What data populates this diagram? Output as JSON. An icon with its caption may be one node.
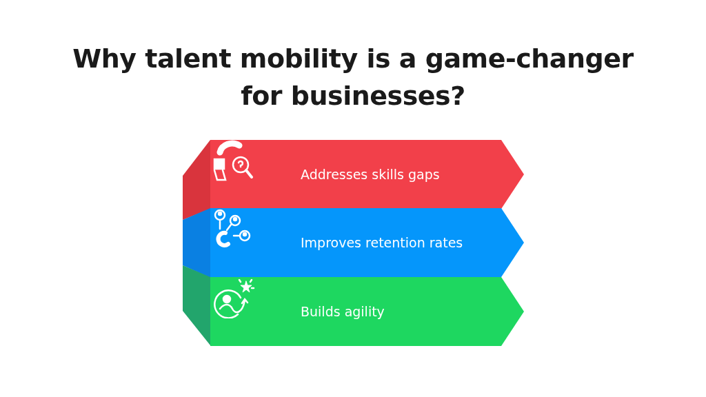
{
  "diagram": {
    "title": "Why talent mobility is a game-changer for businesses?",
    "nodes": [
      {
        "text": [
          "Addresses skills gaps"
        ]
      },
      {
        "text": [
          "Improves retention rates"
        ]
      },
      {
        "text": [
          "Builds agility"
        ]
      }
    ]
  }
}
